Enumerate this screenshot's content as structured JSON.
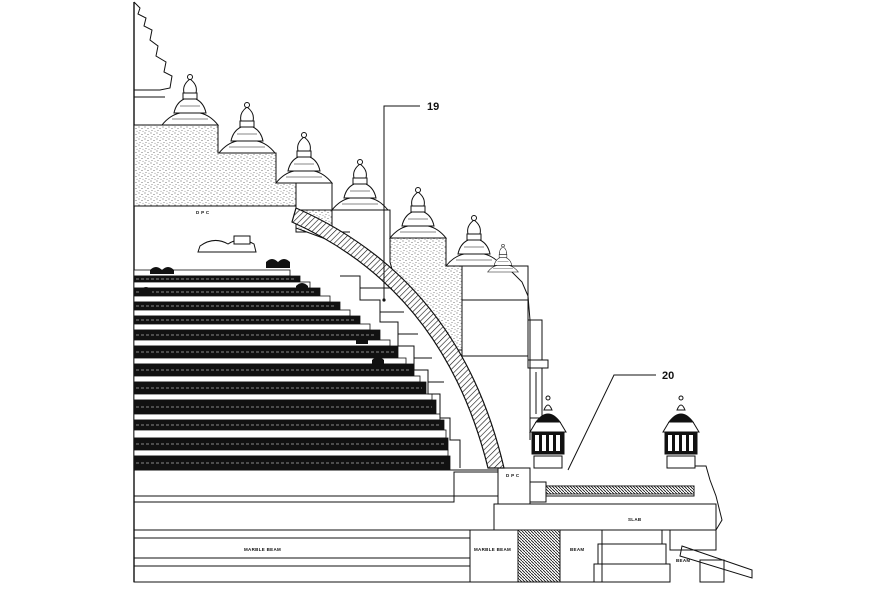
{
  "colors": {
    "background": "#ffffff",
    "line": "#111111",
    "stipple": "#444444"
  },
  "callouts": {
    "c19": "19",
    "c20": "20"
  },
  "labels": {
    "dpc_upper": "D P C",
    "dpc_lower": "D P C",
    "slab": "SLAB",
    "marble_beam_left": "MARBLE BEAM",
    "marble_beam_right": "MARBLE BEAM",
    "beam_mid": "BEAM",
    "beam_right": "BEAM"
  },
  "icons": {
    "finial": "pinnacle-finial-icon",
    "kiosk": "chhatri-kiosk-icon"
  }
}
